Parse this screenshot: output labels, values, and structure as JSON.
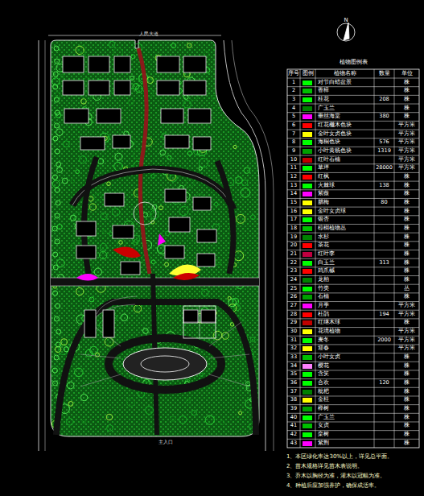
{
  "diagram": {
    "title": "植物图例表",
    "labels": [
      "人民大道",
      "主入口",
      "N",
      "序号",
      "图例",
      "植物名称",
      "数量",
      "单位",
      "1",
      "株",
      "2",
      "株",
      "3",
      "208",
      "株",
      "4",
      "株",
      "5",
      "380",
      "株",
      "6",
      "平方米",
      "7",
      "平方米",
      "8",
      "576",
      "平方米",
      "9",
      "1319",
      "平方米",
      "10",
      "平方米",
      "11",
      "28000",
      "平方米",
      "12",
      "株",
      "13",
      "138",
      "株",
      "14",
      "株",
      "15",
      "80",
      "株",
      "16",
      "株",
      "17",
      "株",
      "18",
      "株",
      "19",
      "株",
      "20",
      "株",
      "21",
      "株",
      "22",
      "313",
      "株",
      "23",
      "株",
      "24",
      "株",
      "25",
      "丛",
      "26",
      "株",
      "27",
      "平方米",
      "28",
      "194",
      "平方米",
      "29",
      "株",
      "30",
      "平方米",
      "31",
      "2000",
      "平方米",
      "32",
      "平方米",
      "33",
      "株",
      "34",
      "株",
      "35",
      "株",
      "36",
      "120",
      "株",
      "37",
      "株",
      "38",
      "株",
      "39",
      "株",
      "40",
      "株",
      "41",
      "株",
      "42",
      "株",
      "43",
      "株",
      "1、本区绿化率达30%以上，详见总平面。",
      "2、苗木规格详见苗木表说明。",
      "3、乔木以胸径为准，灌木以冠幅为准。",
      "4、种植后应加强养护，确保成活率。"
    ],
    "legend": [
      {
        "text": "对节白蜡盆景",
        "color": "#00ff00"
      },
      {
        "text": "香樟",
        "color": "#00c000"
      },
      {
        "text": "桂花",
        "color": "#00ff00"
      },
      {
        "text": "广玉兰",
        "color": "#008000"
      },
      {
        "text": "垂丝海棠",
        "color": "#ff00ff"
      },
      {
        "text": "红花檵木色块",
        "color": "#ff0000"
      },
      {
        "text": "金叶女贞色块",
        "color": "#ffff00"
      },
      {
        "text": "海桐色块",
        "color": "#00ff00"
      },
      {
        "text": "小叶黄杨色块",
        "color": "#00a000"
      },
      {
        "text": "红叶石楠",
        "color": "#c00000"
      },
      {
        "text": "草坪",
        "color": "#00ff00"
      },
      {
        "text": "红枫",
        "color": "#ff0000"
      },
      {
        "text": "火棘球",
        "color": "#00ff00"
      },
      {
        "text": "紫薇",
        "color": "#ff00ff"
      },
      {
        "text": "腊梅",
        "color": "#ffff00"
      },
      {
        "text": "金叶女贞球",
        "color": "#ffff00"
      },
      {
        "text": "银杏",
        "color": "#00ff00"
      },
      {
        "text": "棕榈植物丛",
        "color": "#00c000"
      },
      {
        "text": "水杉",
        "color": "#008000"
      },
      {
        "text": "茶花",
        "color": "#ff0000"
      },
      {
        "text": "红叶李",
        "color": "#c00040"
      },
      {
        "text": "白玉兰",
        "color": "#00ff00"
      },
      {
        "text": "鸡爪槭",
        "color": "#ff0000"
      },
      {
        "text": "龙柏",
        "color": "#008000"
      },
      {
        "text": "竹类",
        "color": "#00ff00"
      },
      {
        "text": "石楠",
        "color": "#00a000"
      },
      {
        "text": "月季",
        "color": "#ff00ff"
      },
      {
        "text": "杜鹃",
        "color": "#ff0000"
      },
      {
        "text": "红继木球",
        "color": "#c00000"
      },
      {
        "text": "花境植物",
        "color": "#ffff00"
      },
      {
        "text": "麦冬",
        "color": "#00ff00"
      },
      {
        "text": "迎春",
        "color": "#ffff00"
      },
      {
        "text": "小叶女贞",
        "color": "#00c000"
      },
      {
        "text": "樱花",
        "color": "#ff80ff"
      },
      {
        "text": "含笑",
        "color": "#00ff00"
      },
      {
        "text": "合欢",
        "color": "#00ff00"
      },
      {
        "text": "枇杷",
        "color": "#008000"
      },
      {
        "text": "金桂",
        "color": "#ffff00"
      },
      {
        "text": "榉树",
        "color": "#00a000"
      },
      {
        "text": "广玉兰",
        "color": "#00ff00"
      },
      {
        "text": "女贞",
        "color": "#00c000"
      },
      {
        "text": "栾树",
        "color": "#00ff00"
      },
      {
        "text": "紫荆",
        "color": "#ff00ff"
      }
    ]
  }
}
